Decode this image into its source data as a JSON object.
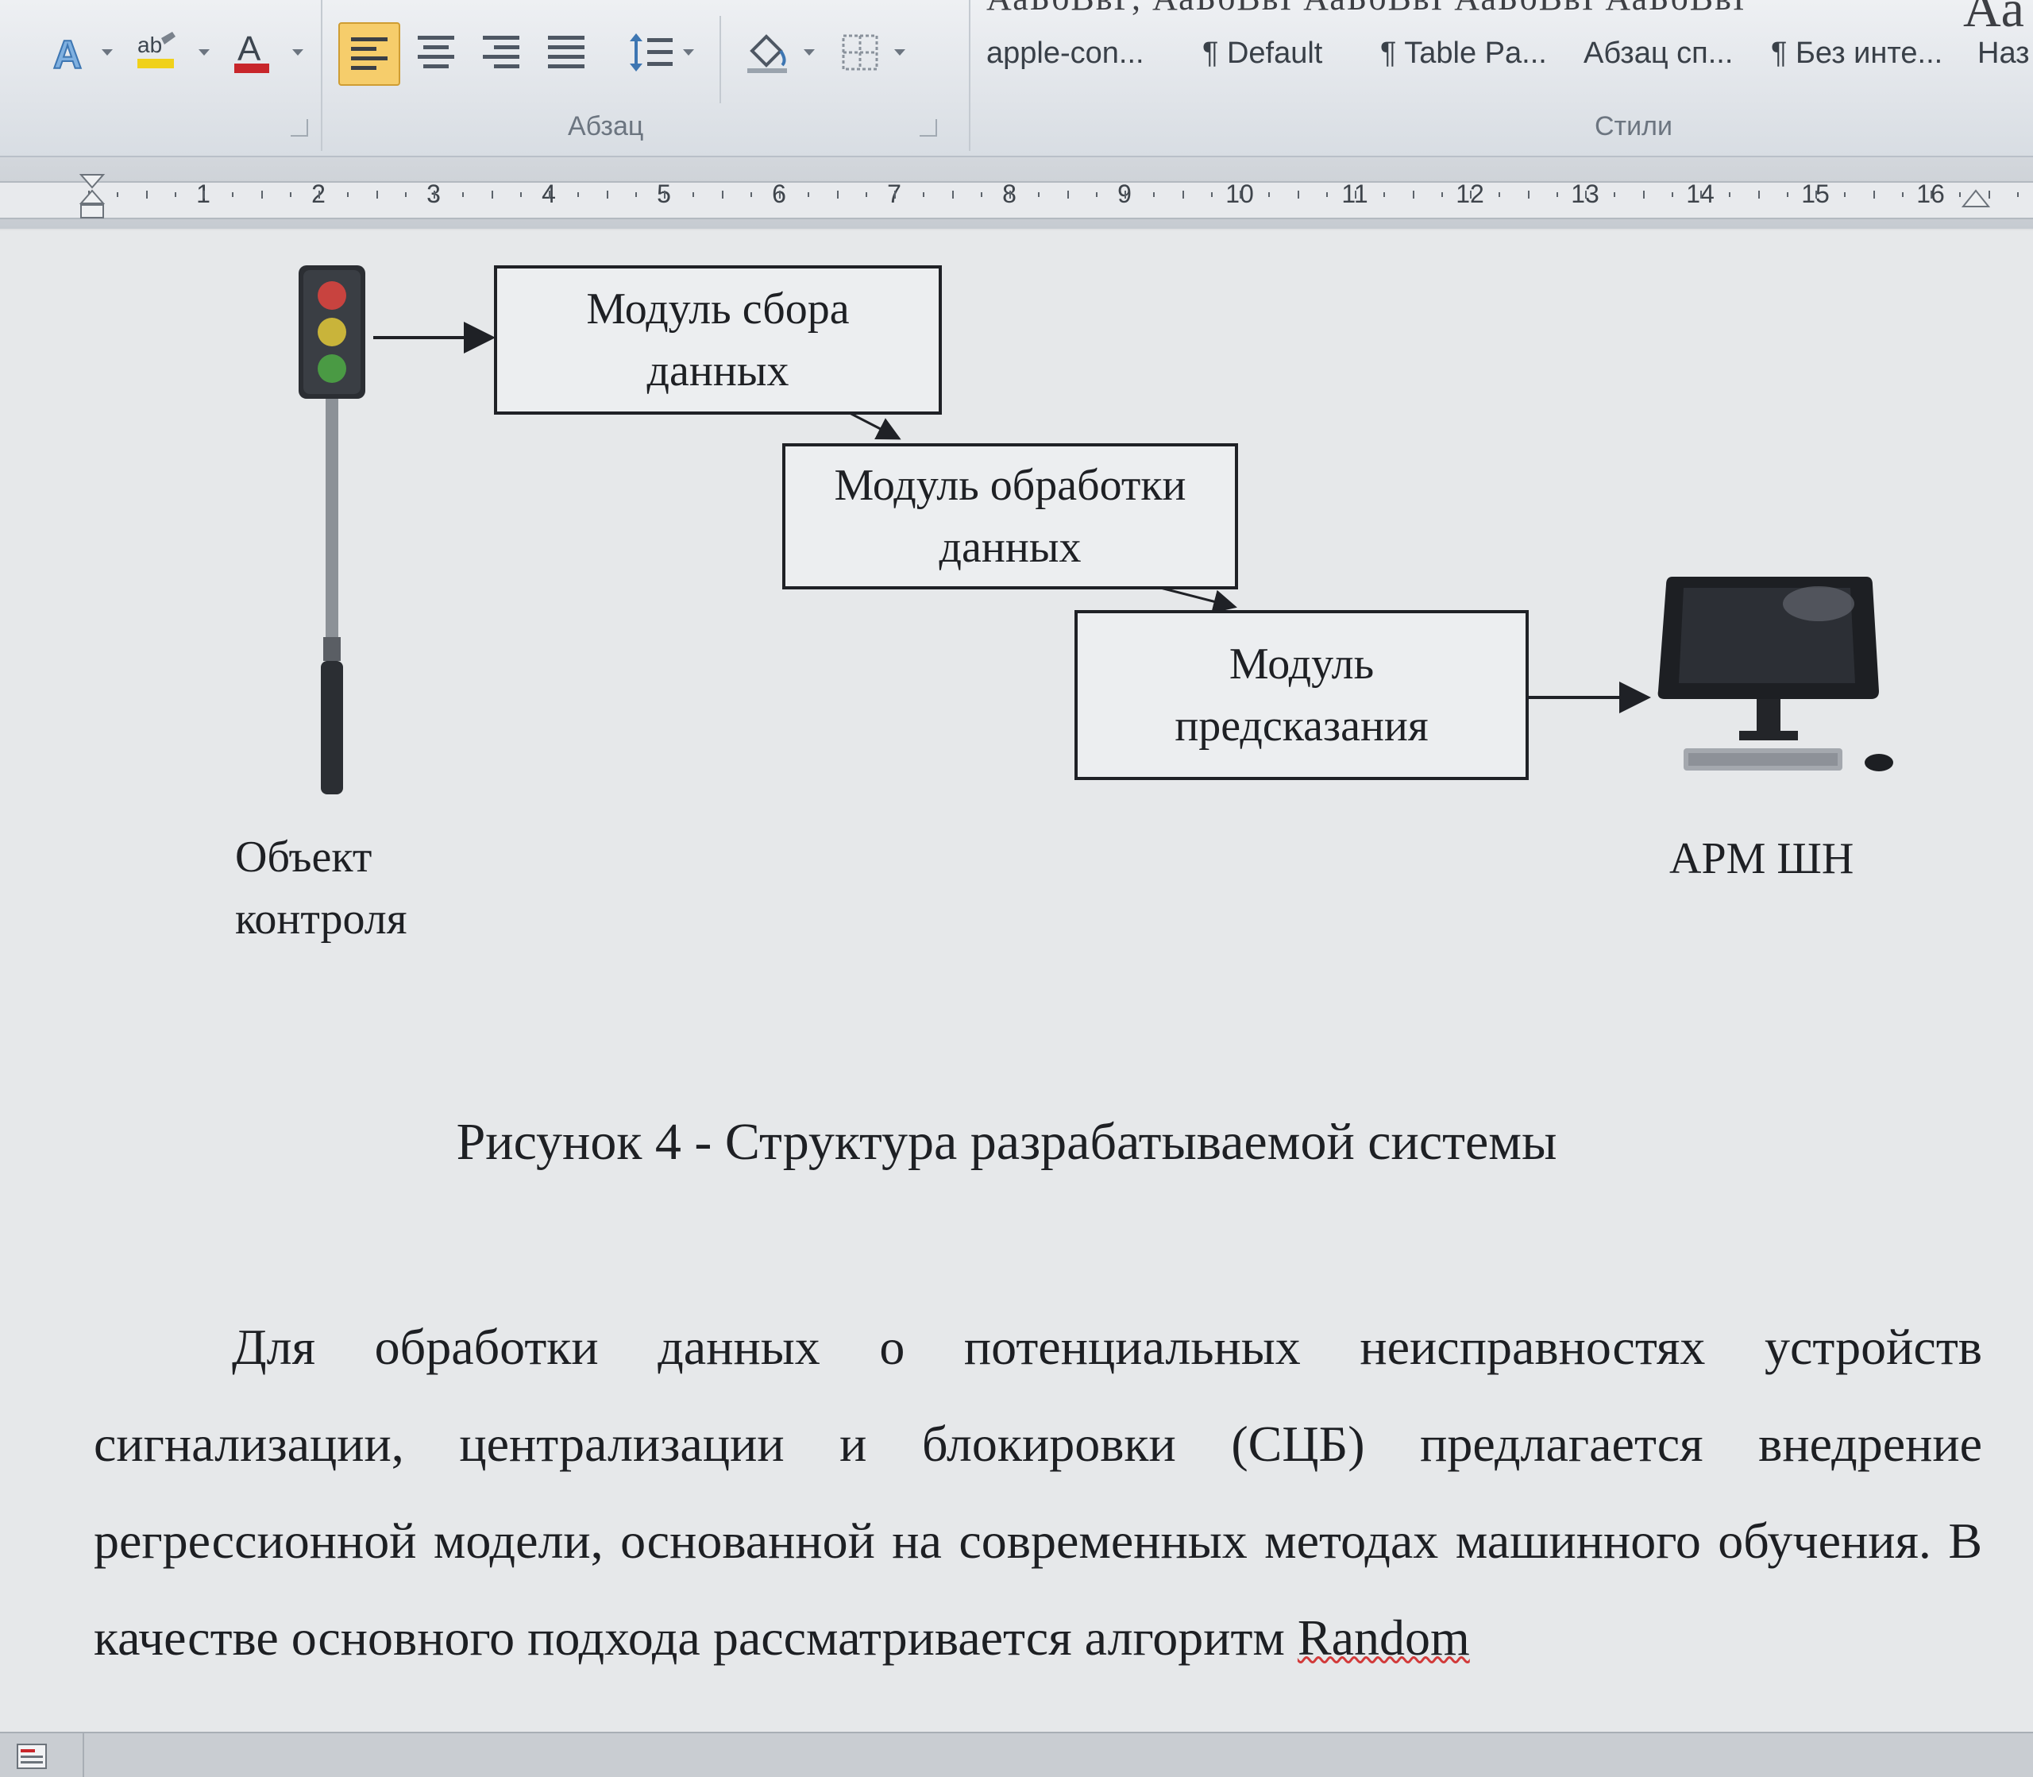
{
  "ribbon": {
    "paragraph_group_label": "Абзац",
    "styles_group_label": "Стили",
    "style_previews": "АаБбВвГ,   АаБбВвI    АаБбВвI    АаБбВвI    АаБбВвI",
    "style_big_preview": "Aa",
    "style_items": [
      "apple-con...",
      "¶ Default",
      "¶ Table Pa...",
      "Абзац сп...",
      "¶ Без инте...",
      "Наз"
    ],
    "text_effects_icon": "text-effects-icon",
    "highlight_icon": "highlight-color-icon",
    "font_color_icon": "font-color-icon",
    "font_color": "#c8262b",
    "highlight_color": "#f0d11a",
    "active_button_color": "#f6cd6b"
  },
  "ruler": {
    "numbers": [
      "1",
      "2",
      "3",
      "4",
      "5",
      "6",
      "7",
      "8",
      "9",
      "10",
      "11",
      "12",
      "13",
      "14",
      "15",
      "16",
      "1"
    ]
  },
  "diagram": {
    "box_collect": {
      "line1": "Модуль сбора",
      "line2": "данных"
    },
    "box_process": {
      "line1": "Модуль обработки",
      "line2": "данных"
    },
    "box_predict": {
      "line1": "Модуль",
      "line2": "предсказания"
    },
    "label_object": {
      "line1": "Объект",
      "line2": "контроля"
    },
    "label_workstation": "АРМ ШН"
  },
  "caption": "Рисунок 4 - Структура разрабатываемой системы",
  "paragraph": {
    "text_before": "Для обработки данных о потенциальных неисправностях устройств сигнализации, централизации и блокировки (СЦБ) предлагается внедрение регрессионной модели, основанной на современных методах машинного обучения. В качестве основного подхода рассматривается алгоритм ",
    "misspelled_word": "Random"
  }
}
